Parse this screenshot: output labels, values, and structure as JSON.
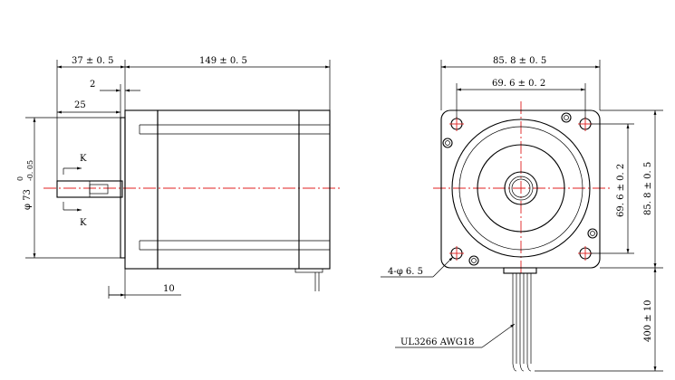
{
  "side_view": {
    "dim_flange_length": "37 ± 0. 5",
    "dim_body_length": "149 ± 0. 5",
    "dim_shaft_step": "2",
    "dim_shaft_length": "25",
    "dim_pilot_diameter": "φ 73",
    "dim_pilot_tol_upper": "0",
    "dim_pilot_tol_lower": "-0. 05",
    "section_mark_top": "K",
    "section_mark_bottom": "K",
    "dim_rear_step": "10"
  },
  "front_view": {
    "dim_flange_width": "85. 8 ± 0. 5",
    "dim_hole_spacing_h": "69. 6 ± 0. 2",
    "dim_hole_spacing_v": "69. 6 ± 0. 2",
    "dim_flange_height": "85. 8 ± 0. 5",
    "dim_mount_holes": "4-φ 6. 5",
    "cable_spec": "UL3266  AWG18",
    "dim_cable_length": "400 ± 10"
  },
  "colors": {
    "lines": "#000000",
    "centerlines": "#e02020"
  }
}
